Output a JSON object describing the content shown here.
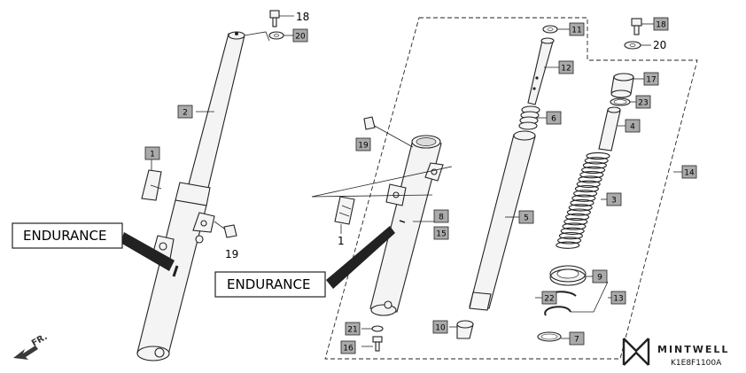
{
  "part_numbers": {
    "p1": "1",
    "p2": "2",
    "p3": "3",
    "p4": "4",
    "p5": "5",
    "p6": "6",
    "p7": "7",
    "p8": "8",
    "p9": "9",
    "p10": "10",
    "p11": "11",
    "p12": "12",
    "p13": "13",
    "p14": "14",
    "p15": "15",
    "p16": "16",
    "p17": "17",
    "p18": "18",
    "p19": "19",
    "p20": "20",
    "p21": "21",
    "p22": "22",
    "p23": "23"
  },
  "labels": {
    "endurance_left": "ENDURANCE",
    "endurance_right": "ENDURANCE",
    "front_arrow": "FR.",
    "drawing_code": "K1E8F1100A",
    "brand": "MINTWELL"
  },
  "colors": {
    "callout_box_fill": "#aaaaaa",
    "line_color": "#222222",
    "background": "#ffffff"
  }
}
